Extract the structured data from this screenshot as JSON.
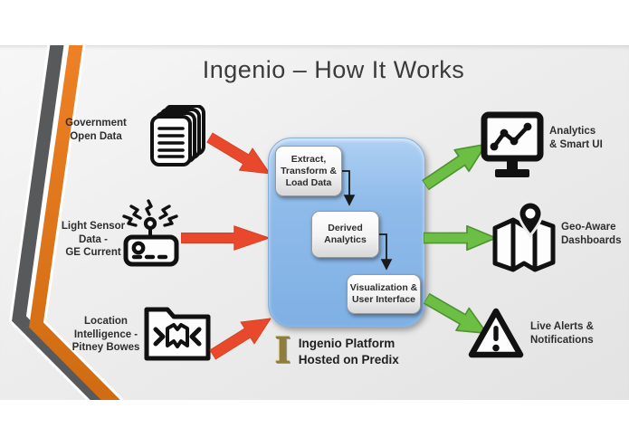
{
  "title": "Ingenio – How It Works",
  "inputs": [
    {
      "label": "Government\nOpen Data",
      "icon": "documents-stack-icon"
    },
    {
      "label": "Light Sensor\nData -\nGE Current",
      "icon": "light-sensor-icon"
    },
    {
      "label": "Location\nIntelligence -\nPitney Bowes",
      "icon": "folder-map-icon"
    }
  ],
  "platform": {
    "steps": [
      {
        "label": "Extract,\nTransform &\nLoad Data"
      },
      {
        "label": "Derived\nAnalytics"
      },
      {
        "label": "Visualization &\nUser Interface"
      }
    ],
    "caption": "Ingenio Platform\nHosted on Predix",
    "caption_icon": "gold-column-i-icon",
    "caption_icon_glyph": "I"
  },
  "outputs": [
    {
      "label": "Analytics\n& Smart UI",
      "icon": "monitor-chart-icon"
    },
    {
      "label": "Geo-Aware\nDashboards",
      "icon": "map-pin-icon"
    },
    {
      "label": "Live Alerts &\nNotifications",
      "icon": "warning-triangle-icon"
    }
  ],
  "colors": {
    "stripe_orange": "#ED7D31",
    "stripe_gray": "#58595B",
    "input_arrow_red": "#E8482B",
    "output_arrow_green": "#6CBE45",
    "platform_blue": "#8AB9E8",
    "icon_black": "#111111",
    "gold_icon": "#8E7D3D"
  }
}
